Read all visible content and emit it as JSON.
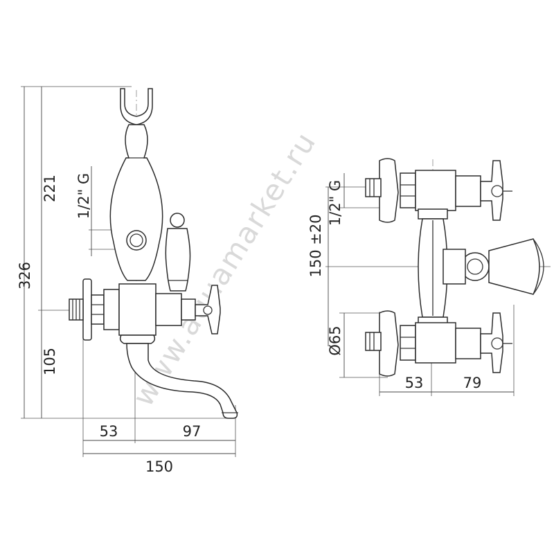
{
  "watermark": "www.aquamarket.ru",
  "left_view": {
    "dim_total_height": "326",
    "dim_upper_height": "221",
    "dim_lower_height": "105",
    "dim_thread": "1/2\" G",
    "dim_left_offset": "53",
    "dim_spout_reach": "97",
    "dim_total_width": "150"
  },
  "right_view": {
    "dim_center_distance": "150 ±20",
    "dim_thread": "1/2\" G",
    "dim_diameter": "Ø65",
    "dim_left_offset": "53",
    "dim_right_offset": "79"
  }
}
